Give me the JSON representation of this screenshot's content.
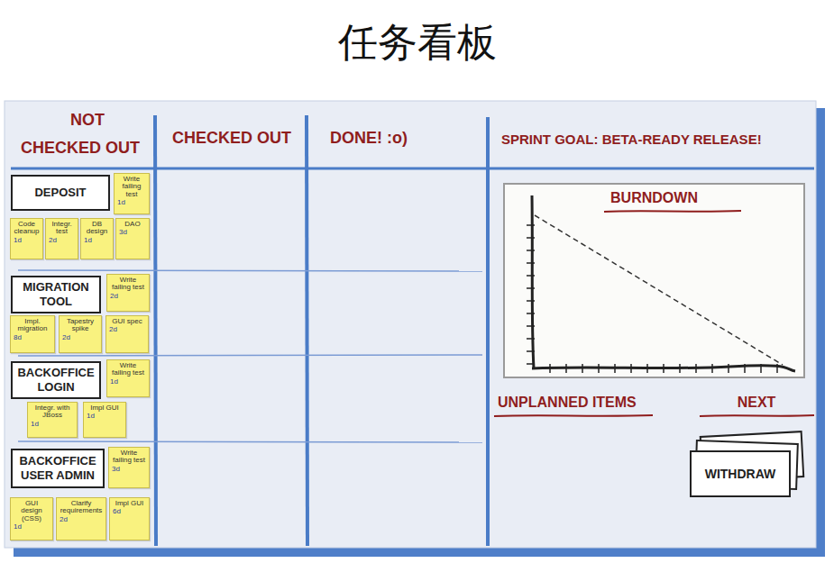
{
  "diagram": {
    "title": "任务看板",
    "nodes": [
      {
        "text": [
          "DEPOSIT"
        ]
      },
      {
        "text": [
          "Write failing test",
          "1d"
        ]
      },
      {
        "text": [
          "DAO",
          "3d"
        ]
      },
      {
        "text": [
          "Code cleanup",
          "1d"
        ]
      },
      {
        "text": [
          "Integr. test",
          "2d"
        ]
      },
      {
        "text": [
          "DB design",
          "1d"
        ]
      },
      {
        "text": [
          "MIGRATION TOOL"
        ]
      },
      {
        "text": [
          "Write failing test",
          "2d"
        ]
      },
      {
        "text": [
          "Impl. migration",
          "8d"
        ]
      },
      {
        "text": [
          "Tapestry spike",
          "2d"
        ]
      },
      {
        "text": [
          "GUI spec",
          "2d"
        ]
      },
      {
        "text": [
          "BACKOFFICE LOGIN"
        ]
      },
      {
        "text": [
          "Write failing test",
          "1d"
        ]
      },
      {
        "text": [
          "Integr. with JBoss",
          "1d"
        ]
      },
      {
        "text": [
          "Impl GUI",
          "1d"
        ]
      },
      {
        "text": [
          "BACKOFFICE USER ADMIN"
        ]
      },
      {
        "text": [
          "Write failing test",
          "3d"
        ]
      },
      {
        "text": [
          "GUI design (CSS)",
          "1d"
        ]
      },
      {
        "text": [
          "Clarify requirements",
          "2d"
        ]
      },
      {
        "text": [
          "Impl GUI",
          "6d"
        ]
      },
      {
        "text": [
          "BURNDOWN"
        ]
      },
      {
        "text": [
          "WITHDRAW"
        ]
      }
    ],
    "labels": [
      "NOT CHECKED OUT",
      "CHECKED OUT",
      "DONE! :o)",
      "SPRINT GOAL: BETA-READY RELEASE!",
      "UNPLANNED ITEMS",
      "NEXT"
    ]
  }
}
